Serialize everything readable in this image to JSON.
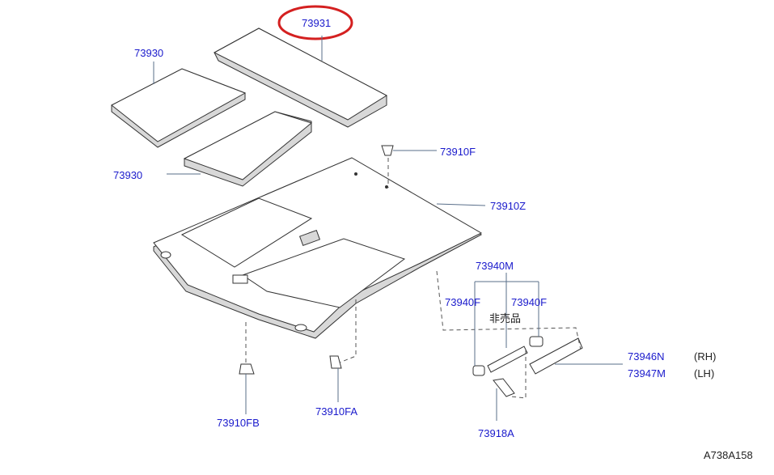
{
  "diagram": {
    "callouts": {
      "p73931": "73931",
      "p73930_a": "73930",
      "p73930_b": "73930",
      "p73910F": "73910F",
      "p73910Z": "73910Z",
      "p73940M": "73940M",
      "p73940F_a": "73940F",
      "p73940F_b": "73940F",
      "p73946N": "73946N",
      "p73947M": "73947M",
      "p73918A": "73918A",
      "p73910FB": "73910FB",
      "p73910FA": "73910FA"
    },
    "sides": {
      "rh": "(RH)",
      "lh": "(LH)"
    },
    "not_sold_note": "非売品",
    "figure_id": "A738A158",
    "highlight_color": "#d42020",
    "label_color": "#1a1acc"
  }
}
